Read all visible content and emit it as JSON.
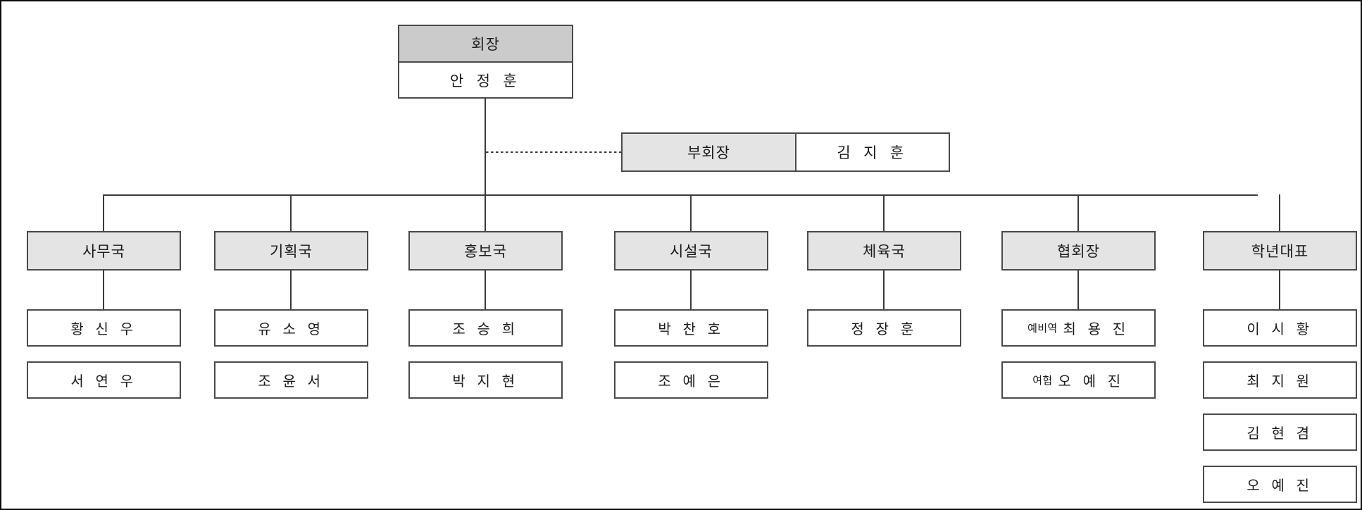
{
  "chart_title": "",
  "org_chart": {
    "type": "org-tree",
    "president": {
      "role_label": "회장",
      "name": "안 정 훈"
    },
    "vice_president": {
      "role_label": "부회장",
      "name": "김 지 훈",
      "connector": "dotted"
    },
    "departments": [
      {
        "label": "사무국",
        "members": [
          {
            "prefix": "",
            "name": "황 신 우"
          },
          {
            "prefix": "",
            "name": "서 연 우"
          }
        ]
      },
      {
        "label": "기획국",
        "members": [
          {
            "prefix": "",
            "name": "유 소 영"
          },
          {
            "prefix": "",
            "name": "조 윤 서"
          }
        ]
      },
      {
        "label": "홍보국",
        "members": [
          {
            "prefix": "",
            "name": "조 승 희"
          },
          {
            "prefix": "",
            "name": "박 지 현"
          }
        ]
      },
      {
        "label": "시설국",
        "members": [
          {
            "prefix": "",
            "name": "박 찬 호"
          },
          {
            "prefix": "",
            "name": "조 예 은"
          }
        ]
      },
      {
        "label": "체육국",
        "members": [
          {
            "prefix": "",
            "name": "정 장 훈"
          }
        ]
      },
      {
        "label": "협회장",
        "members": [
          {
            "prefix": "예비역",
            "name": "최 용 진"
          },
          {
            "prefix": "여협",
            "name": "오 예 진"
          }
        ]
      },
      {
        "label": "학년대표",
        "members": [
          {
            "prefix": "",
            "name": "이 시 황"
          },
          {
            "prefix": "",
            "name": "최 지 원"
          },
          {
            "prefix": "",
            "name": "김 현 겸"
          },
          {
            "prefix": "",
            "name": "오 예 진"
          }
        ]
      }
    ]
  },
  "colors": {
    "header_fill_president": "#cbcbcb",
    "header_fill_department": "#e4e4e4",
    "box_fill_member": "#ffffff",
    "border": "#4a4a4a",
    "connector": "#3a3a3a",
    "page_border": "#0d0d0d",
    "text": "#1a1a1a"
  }
}
